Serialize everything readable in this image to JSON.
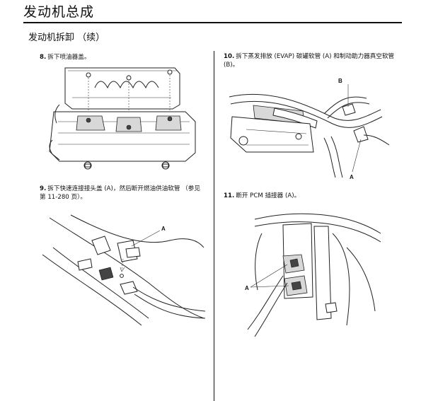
{
  "header": {
    "title": "发动机总成",
    "section": "发动机拆卸 （续）"
  },
  "steps": [
    {
      "num": "8.",
      "text": "拆下喷油器盖。"
    },
    {
      "num": "9.",
      "text": "拆下快速连接接头盖 (A)，然后断开燃油供油软管 （参见第 11-280 页）。"
    },
    {
      "num": "10.",
      "text": "拆下蒸发排放 (EVAP) 碳罐软管 (A) 和制动助力器真空软管 (B)。"
    },
    {
      "num": "11.",
      "text": "断开 PCM 插接器 (A)。"
    }
  ],
  "callouts": {
    "step9_a": "A",
    "step10_a": "A",
    "step10_b": "B",
    "step11_a": "A"
  },
  "colors": {
    "ink": "#111111",
    "paper": "#ffffff"
  }
}
